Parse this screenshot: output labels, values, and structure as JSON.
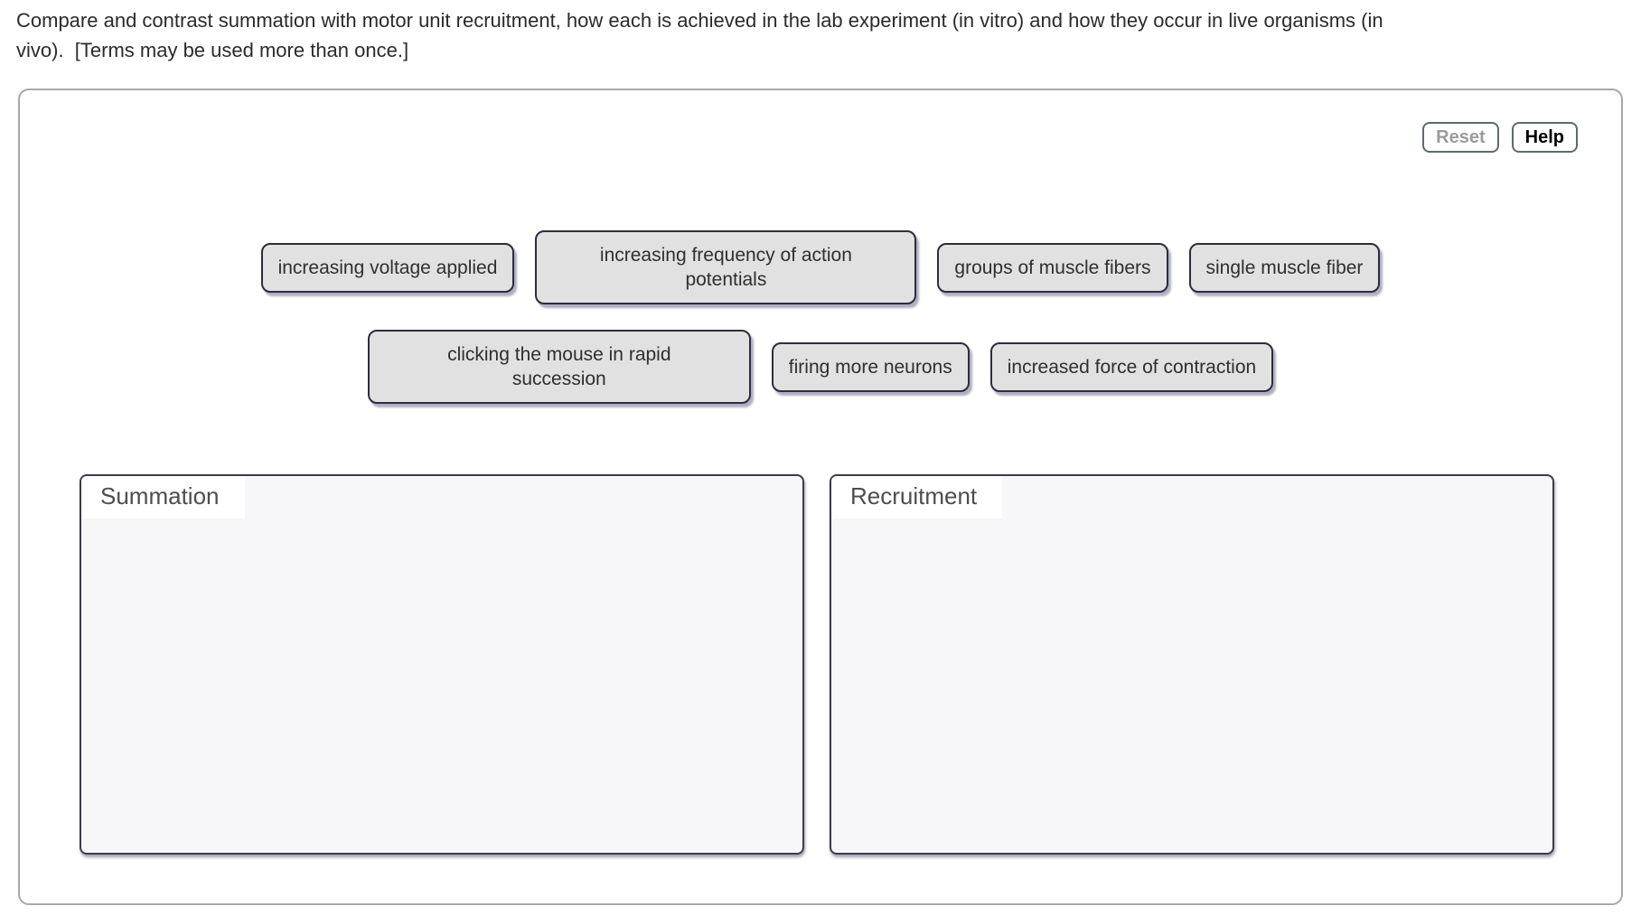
{
  "question": {
    "prompt": "Compare and contrast summation with motor unit recruitment, how each is achieved in the lab experiment (in vitro) and how they occur in live organisms (in\nvivo).  [Terms may be used more than once.]"
  },
  "toolbar": {
    "reset_label": "Reset",
    "help_label": "Help"
  },
  "chips": {
    "row1": [
      "increasing voltage applied",
      "increasing frequency of action\npotentials",
      "groups of muscle fibers",
      "single muscle fiber"
    ],
    "row2": [
      "clicking the mouse in rapid\nsuccession",
      "firing more neurons",
      "increased force of contraction"
    ]
  },
  "dropzones": [
    {
      "label": "Summation"
    },
    {
      "label": "Recruitment"
    }
  ],
  "colors": {
    "chip_bg": "#e1e1e1",
    "chip_border": "#2d2d3d",
    "zone_bg": "#f7f7f9",
    "zone_border": "#3c3c4c",
    "container_border": "#a8a8a8",
    "reset_text": "#9b9b9b",
    "help_text": "#000000"
  }
}
